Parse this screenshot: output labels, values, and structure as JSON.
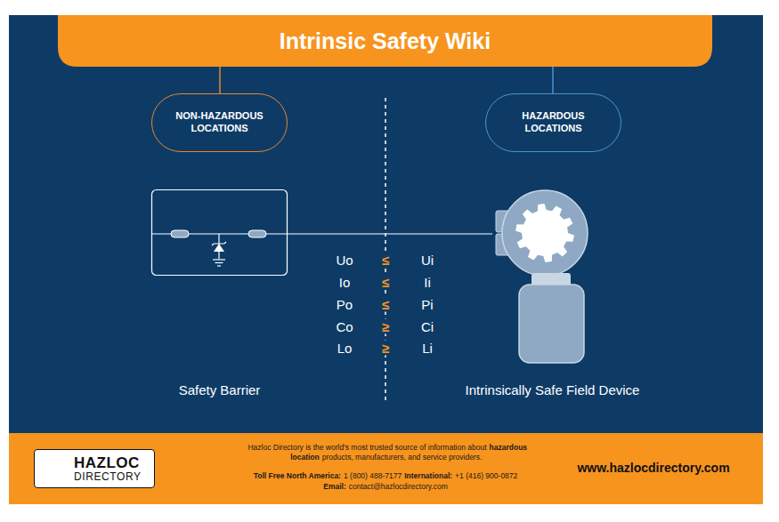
{
  "diagram": {
    "title": "Intrinsic Safety Wiki",
    "nodes": [
      {
        "text": [
          "NON-HAZARDOUS LOCATIONS"
        ]
      },
      {
        "text": [
          "HAZARDOUS LOCATIONS"
        ]
      },
      {
        "text": [
          "Safety Barrier"
        ]
      },
      {
        "text": [
          "Intrinsically Safe Field Device"
        ]
      },
      {
        "text": [
          "HAZLOC",
          "DIRECTORY"
        ]
      }
    ],
    "edges": [
      {
        "from": 2,
        "to": 3,
        "arrow": "none"
      }
    ],
    "labels": [
      "Uo",
      "≤",
      "Ui",
      "Io",
      "≤",
      "Ii",
      "Po",
      "≤",
      "Pi",
      "Co",
      "≥",
      "Ci",
      "Lo",
      "≥",
      "Li",
      "Hazloc Directory is the world's most trusted source of information about",
      "hazardous location",
      "products, manufacturers, and service providers.",
      "Toll Free North America:",
      "1 (800) 488-7177",
      "International:",
      "+1 (416) 900-0872",
      "Email:",
      "contact@hazlocdirectory.com",
      "www.hazlocdirectory.com"
    ]
  }
}
